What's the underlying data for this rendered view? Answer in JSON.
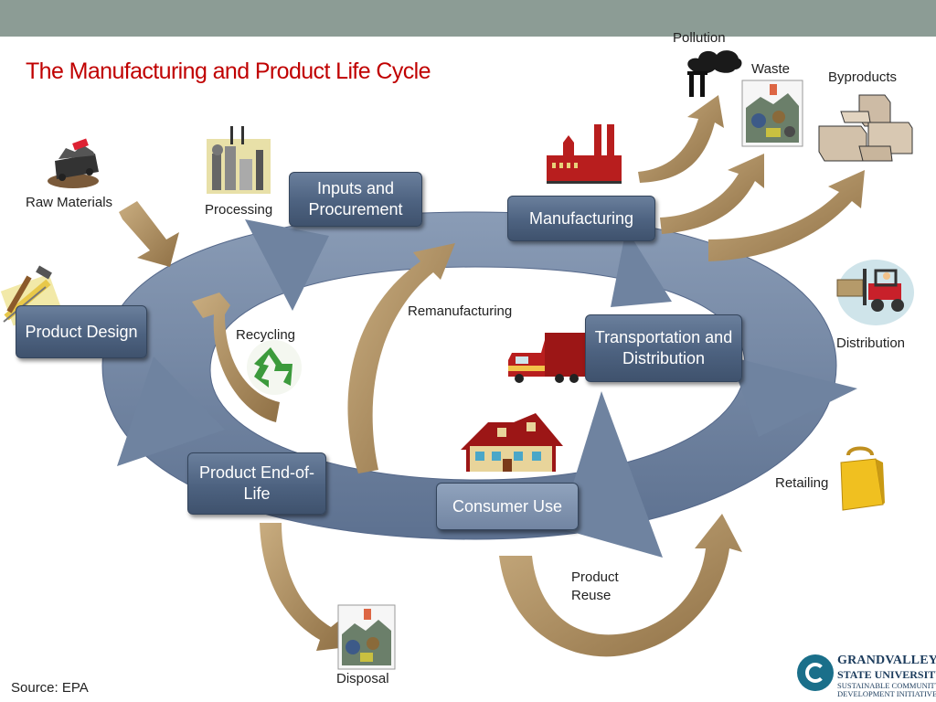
{
  "slide": {
    "title": "The Manufacturing and Product Life Cycle",
    "source": "Source: EPA"
  },
  "nodes": {
    "inputs": "Inputs and Procurement",
    "manufacturing": "Manufacturing",
    "design": "Product Design",
    "transport": "Transportation and Distribution",
    "end_of_life": "Product End-of-Life",
    "consumer_use": "Consumer Use"
  },
  "labels": {
    "pollution": "Pollution",
    "waste": "Waste",
    "byproducts": "Byproducts",
    "raw_materials": "Raw Materials",
    "processing": "Processing",
    "remanufacturing": "Remanufacturing",
    "recycling": "Recycling",
    "distribution": "Distribution",
    "retailing": "Retailing",
    "product_reuse": "Product Reuse",
    "disposal": "Disposal"
  },
  "logo": {
    "line1": "GRANDVALLEY",
    "line2": "STATE UNIVERSITY",
    "line3": "SUSTAINABLE COMMUNITY",
    "line4": "DEVELOPMENT INITIATIVE"
  },
  "colors": {
    "title": "#c00000",
    "loop": "#6f83a0",
    "arrow": "#a98a5c",
    "node": "#4d6280",
    "topbar": "#8c9c95"
  }
}
